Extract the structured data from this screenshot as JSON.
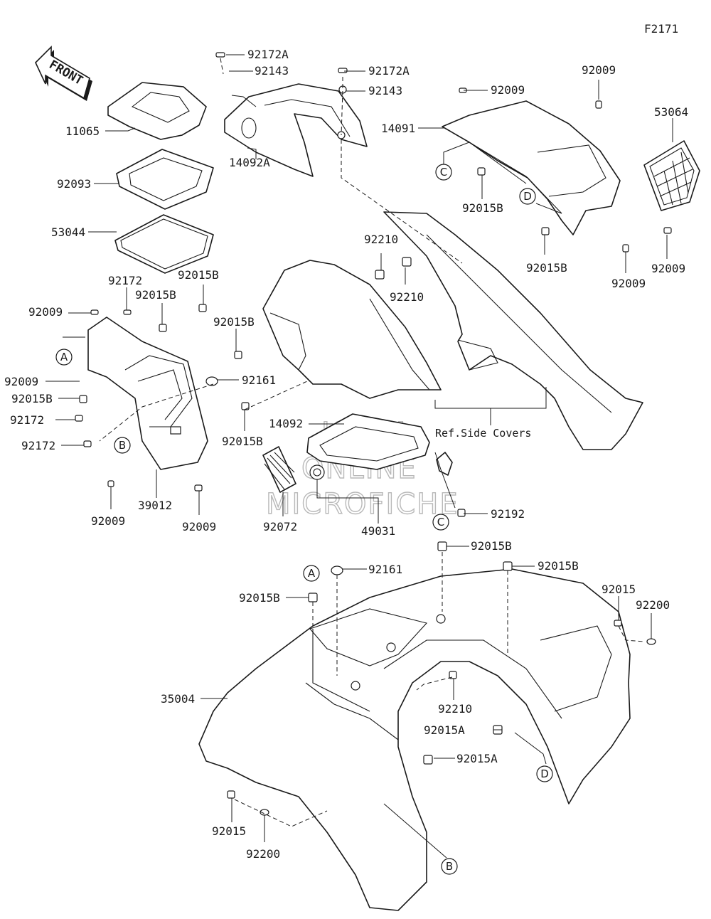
{
  "diagram_code": "F2171",
  "front_label": "FRONT",
  "watermark": {
    "line1": "HLSM",
    "line2": "ONLINE",
    "line3": "MICROFICHE"
  },
  "reference_note": "Ref.Side Covers",
  "callouts": {
    "a1": "A",
    "a2": "A",
    "b1": "B",
    "b2": "B",
    "c1": "C",
    "c2": "C",
    "d1": "D",
    "d2": "D"
  },
  "part_labels": {
    "p92172A_1": "92172A",
    "p92143_1": "92143",
    "p92172A_2": "92172A",
    "p92143_2": "92143",
    "p92009_1": "92009",
    "p92009_2": "92009",
    "p53064": "53064",
    "p11065": "11065",
    "p14091": "14091",
    "p14092A": "14092A",
    "p92093": "92093",
    "p92015B_1": "92015B",
    "p53044": "53044",
    "p92015B_2": "92015B",
    "p92009_3": "92009",
    "p92009_4": "92009",
    "p92210_1": "92210",
    "p92210_2": "92210",
    "p92172_1": "92172",
    "p92015B_3": "92015B",
    "p92015B_4": "92015B",
    "p92009_5": "92009",
    "p92015B_5": "92015B",
    "p92009_6": "92009",
    "p92015B_6": "92015B",
    "p92161_1": "92161",
    "p92172_2": "92172",
    "p92172_3": "92172",
    "p92015B_7": "92015B",
    "p14092": "14092",
    "p39012": "39012",
    "p92009_7": "92009",
    "p92009_8": "92009",
    "p92072": "92072",
    "p49031": "49031",
    "p92192": "92192",
    "p92015B_8": "92015B",
    "p92161_2": "92161",
    "p92015B_9": "92015B",
    "p92015B_10": "92015B",
    "p92015_1": "92015",
    "p92200_1": "92200",
    "p35004": "35004",
    "p92210_3": "92210",
    "p92015A_1": "92015A",
    "p92015A_2": "92015A",
    "p92015_2": "92015",
    "p92200_2": "92200"
  }
}
